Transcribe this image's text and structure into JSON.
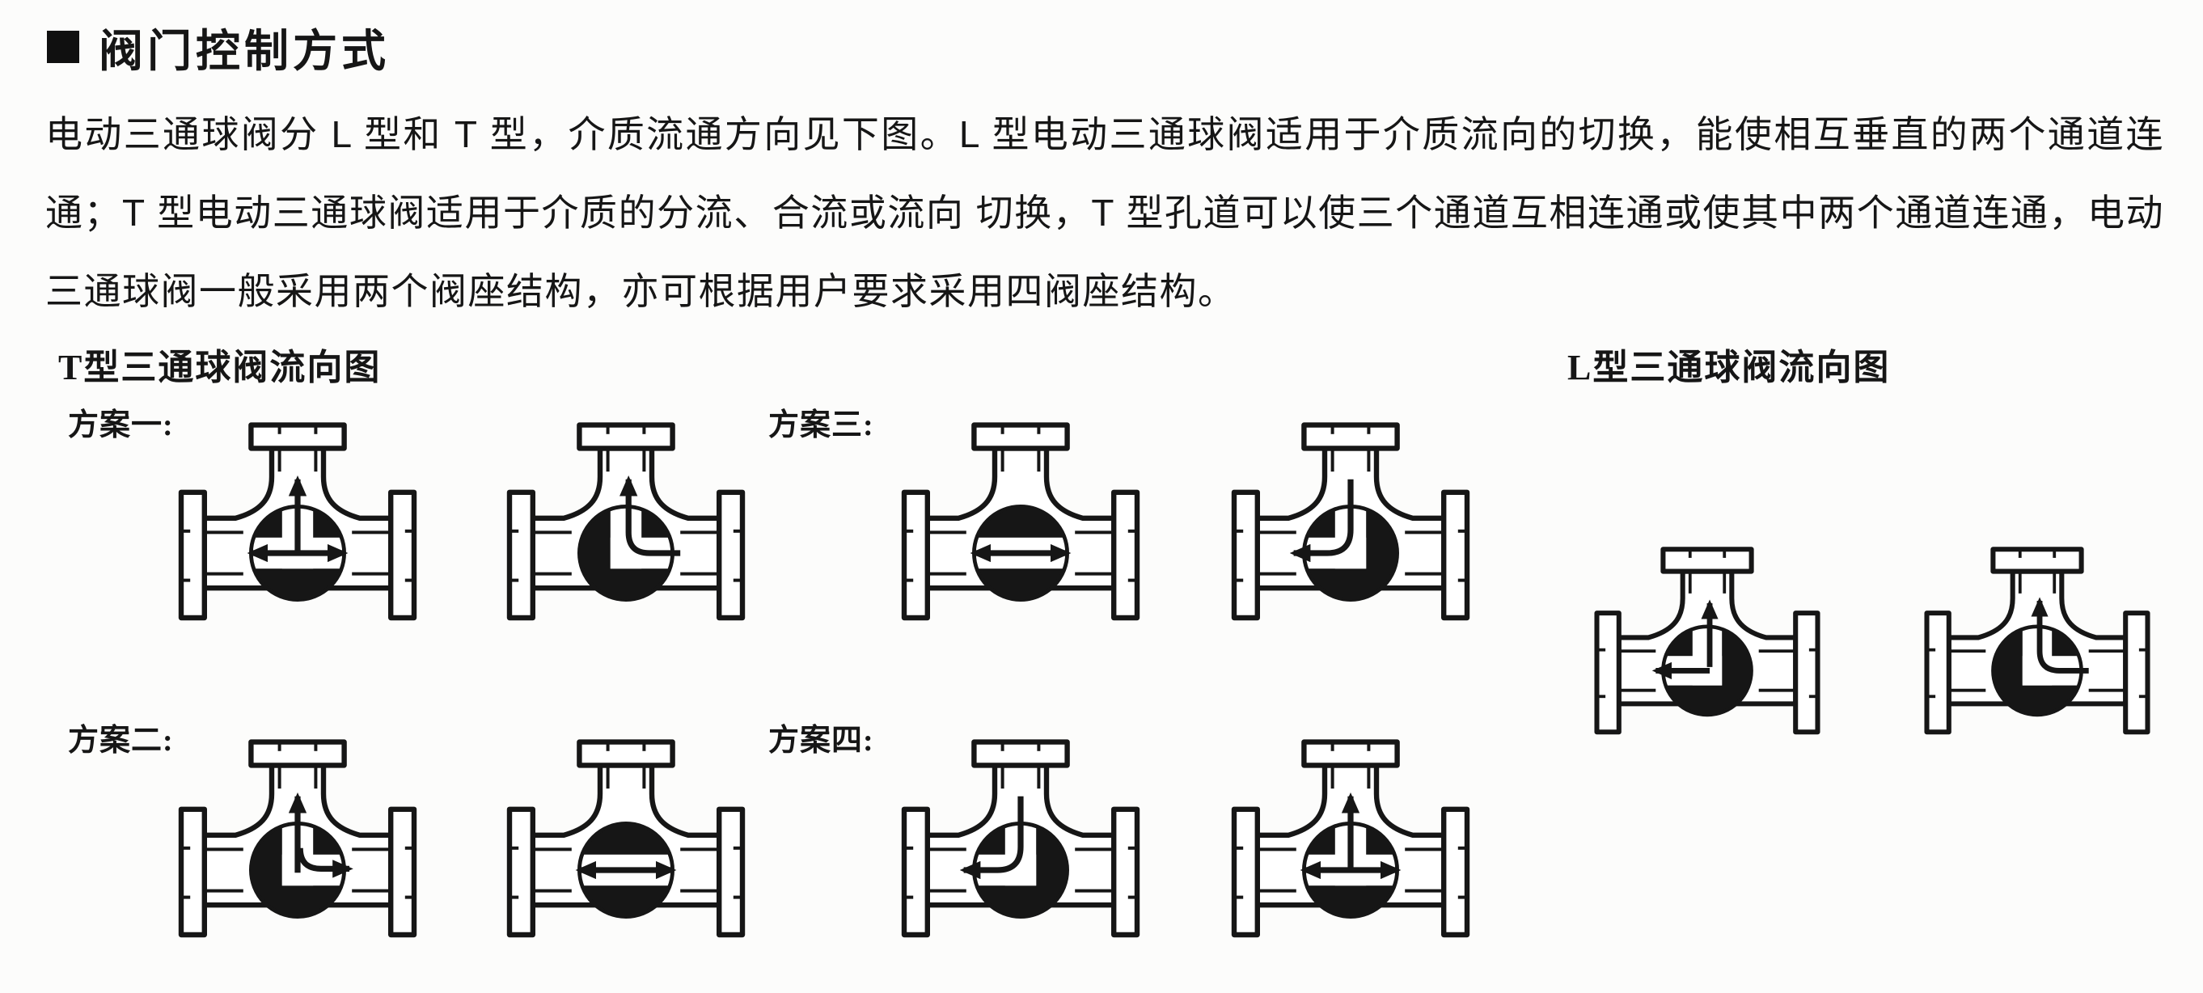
{
  "header": {
    "title": "阀门控制方式"
  },
  "intro": {
    "text": "电动三通球阀分 L 型和 T 型，介质流通方向见下图。L 型电动三通球阀适用于介质流向的切换，能使相互垂直的两个通道连通；T 型电动三通球阀适用于介质的分流、合流或流向 切换，T 型孔道可以使三个通道互相连通或使其中两个通道连通，电动三通球阀一般采用两个阀座结构，亦可根据用户要求采用四阀座结构。"
  },
  "t_section": {
    "title": "T型三通球阀流向图",
    "schemes": [
      {
        "label": "方案一:",
        "valves": [
          "all-ports-open",
          "right-top-open"
        ]
      },
      {
        "label": "方案二:",
        "valves": [
          "top-right-open",
          "straight-through"
        ]
      },
      {
        "label": "方案三:",
        "valves": [
          "straight-through",
          "top-left-open"
        ]
      },
      {
        "label": "方案四:",
        "valves": [
          "top-left-open",
          "all-ports-open"
        ]
      }
    ]
  },
  "l_section": {
    "title": "L型三通球阀流向图",
    "valves": [
      "left-top-open",
      "right-top-open"
    ]
  }
}
